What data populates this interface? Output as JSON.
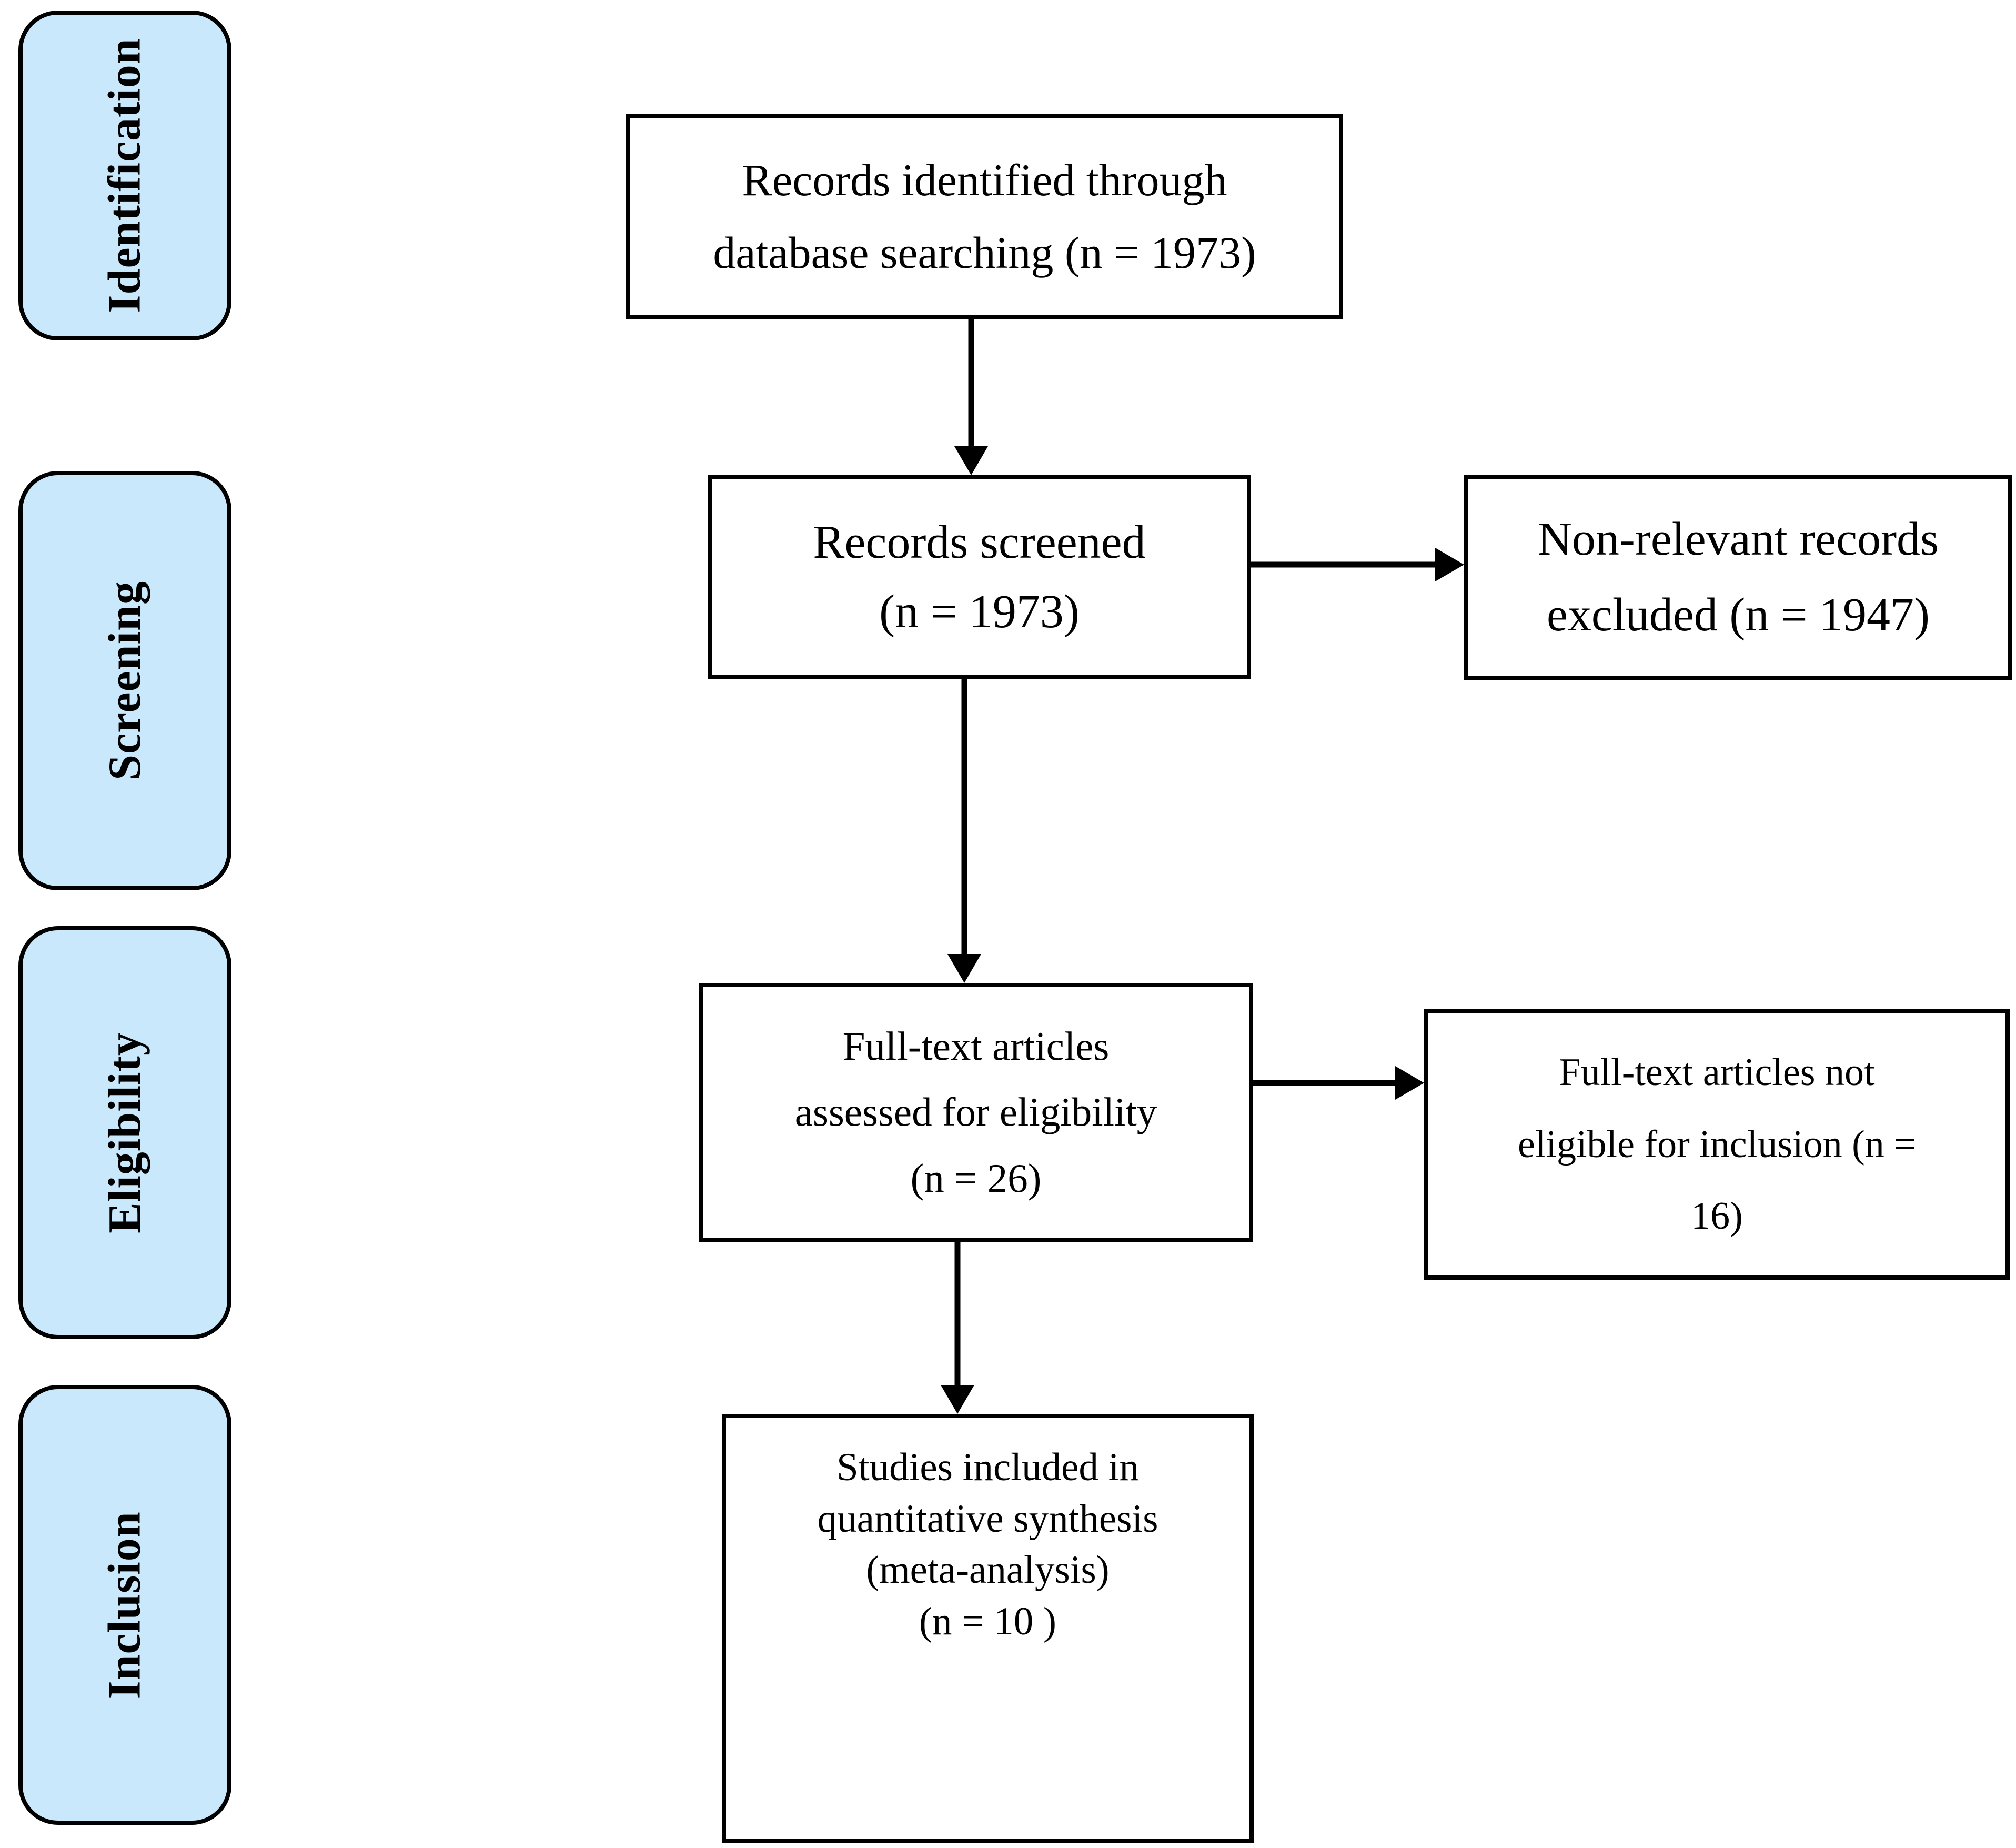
{
  "sidebar": {
    "stages": [
      {
        "label": "Identification"
      },
      {
        "label": "Screening"
      },
      {
        "label": "Eligibility"
      },
      {
        "label": "Inclusion"
      }
    ]
  },
  "flow": {
    "records_identified": {
      "lines": [
        "Records identified through",
        "database searching (n = 1973)"
      ]
    },
    "records_screened": {
      "lines": [
        "Records screened",
        "(n = 1973)"
      ]
    },
    "non_relevant_excluded": {
      "lines": [
        "Non-relevant records",
        "excluded (n = 1947)"
      ]
    },
    "fulltext_assessed": {
      "lines": [
        "Full-text articles",
        "assessed for eligibility",
        "(n = 26)"
      ]
    },
    "fulltext_not_eligible": {
      "lines": [
        "Full-text articles not",
        "eligible for inclusion (n =",
        "16)"
      ]
    },
    "studies_included": {
      "lines": [
        "Studies included in",
        "quantitative synthesis",
        "(meta-analysis)",
        "(n = 10 )"
      ]
    }
  },
  "counts": {
    "records_identified": 1973,
    "records_screened": 1973,
    "non_relevant_excluded": 1947,
    "fulltext_assessed": 26,
    "fulltext_not_eligible": 16,
    "studies_included": 10
  },
  "colors": {
    "stage_fill": "#c9e8fb",
    "stage_border": "#000000",
    "box_border": "#000000",
    "arrow": "#000000"
  }
}
